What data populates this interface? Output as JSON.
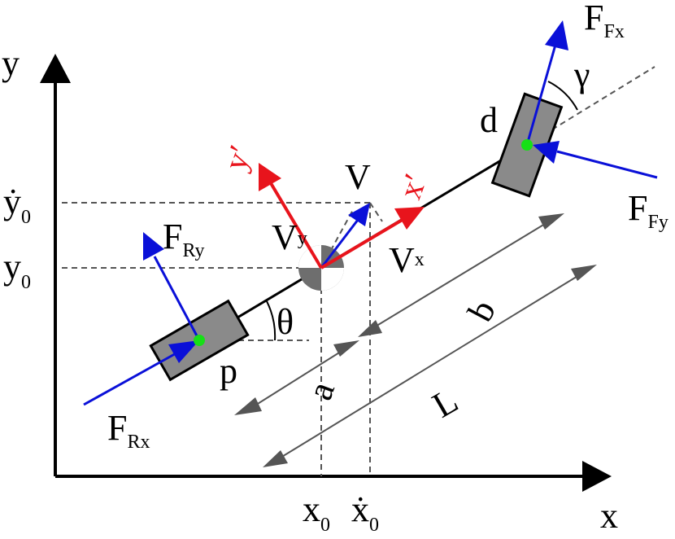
{
  "colors": {
    "axis": "#000000",
    "body_line": "#000000",
    "force_arrows": "#0a10d8",
    "body_frame": "#e8141c",
    "dimension": "#555555",
    "wheel_fill": "#8a8a8a",
    "wheel_center": "#16e016",
    "cg_fill": "#6e6e6e"
  },
  "axes": {
    "x": "x",
    "y": "y"
  },
  "ticks": {
    "x0_base": "x",
    "x0_sub": "0",
    "x0dot_base": "ẋ",
    "x0dot_sub": "0",
    "y0_base": "y",
    "y0_sub": "0",
    "y0dot_base": "ẏ",
    "y0dot_sub": "0"
  },
  "forces": {
    "FFx_base": "F",
    "FFx_sub": "Fx",
    "FFy_base": "F",
    "FFy_sub": "Fy",
    "FRx_base": "F",
    "FRx_sub": "Rx",
    "FRy_base": "F",
    "FRy_sub": "Ry"
  },
  "velocity": {
    "V": "V",
    "Vx_base": "V",
    "Vx_sub": "x",
    "Vy_base": "V",
    "Vy_sub": "y"
  },
  "frame": {
    "x_prime": "x′",
    "y_prime": "y′"
  },
  "angles": {
    "theta": "θ",
    "gamma": "γ"
  },
  "points": {
    "p": "p",
    "d": "d"
  },
  "dimensions": {
    "a": "a",
    "b": "b",
    "L": "L"
  }
}
